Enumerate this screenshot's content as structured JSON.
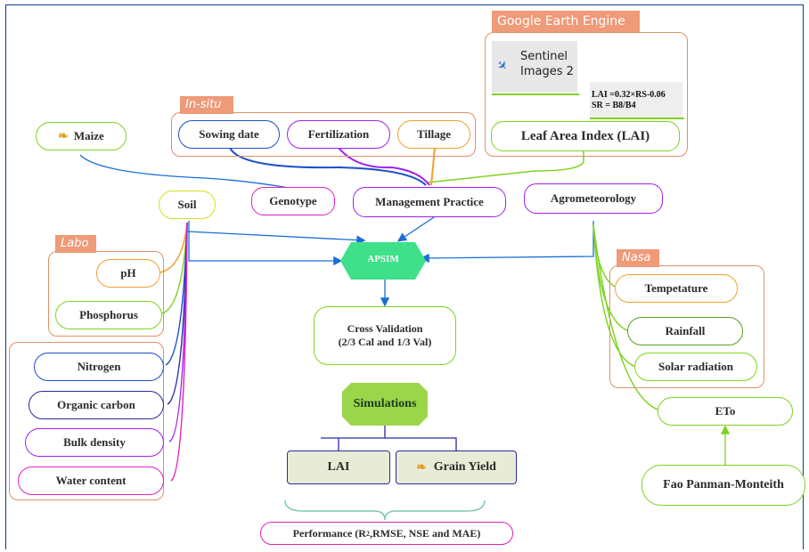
{
  "groups": {
    "gee": "Google Earth Engine",
    "insitu": "In-situ",
    "labo": "Labo",
    "nasa": "Nasa"
  },
  "satellite": {
    "icon": "satellite-icon",
    "line1": "Sentinel",
    "line2": "Images 2",
    "formula1": "LAI =0.32×RS-0.06",
    "formula2": "SR = B8/B4"
  },
  "nodes": {
    "lai_index": "Leaf Area Index (LAI)",
    "sowing": "Sowing date",
    "fertilization": "Fertilization",
    "tillage": "Tillage",
    "maize": "Maize",
    "soil": "Soil",
    "genotype": "Genotype",
    "management": "Management Practice",
    "agromet": "Agrometeorology",
    "apsim": "APSIM",
    "ph": "pH",
    "phosphorus": "Phosphorus",
    "nitrogen": "Nitrogen",
    "organic_carbon": "Organic carbon",
    "bulk_density": "Bulk density",
    "water_content": "Water content",
    "cross_line1": "Cross Validation",
    "cross_line2": "(2/3 Cal and 1/3 Val)",
    "simulations": "Simulations",
    "lai": "LAI",
    "grain_yield": "Grain Yield",
    "temperature": "Tempetature",
    "rainfall": "Rainfall",
    "solar": "Solar radiation",
    "eto": "ETo",
    "fao": "Fao Panman-Monteith",
    "perf_pre": "Performance (R",
    "perf_sup": "2",
    "perf_post": ",RMSE, NSE and MAE)"
  },
  "icons": {
    "maize": "corn-icon",
    "grain": "corn-icon"
  },
  "colors": {
    "group_border": "#e0906a",
    "group_tag": "#ef9a78",
    "apsim": "#3ee08a",
    "simulations": "#9bd64a",
    "blue_link": "#1a6fd6",
    "green_link": "#7ed321",
    "magenta_link": "#e020c0"
  }
}
